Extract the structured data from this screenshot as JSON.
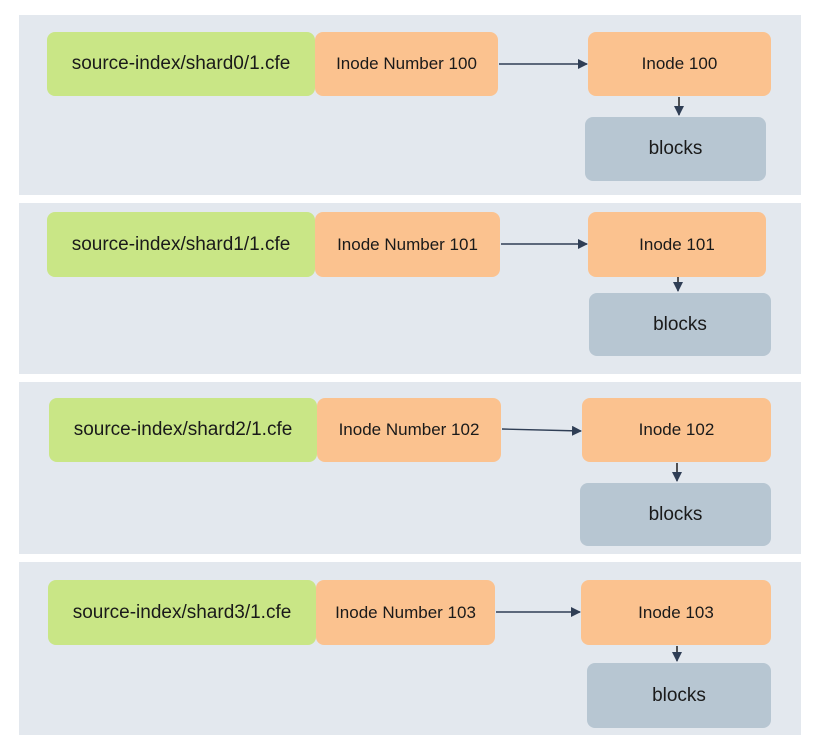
{
  "rows": [
    {
      "file": "source-index/shard0/1.cfe",
      "inode_number": "Inode Number  100",
      "inode": "Inode 100",
      "blocks": "blocks"
    },
    {
      "file": "source-index/shard1/1.cfe",
      "inode_number": "Inode Number 101",
      "inode": "Inode 101",
      "blocks": "blocks"
    },
    {
      "file": "source-index/shard2/1.cfe",
      "inode_number": "Inode Number  102",
      "inode": "Inode 102",
      "blocks": "blocks"
    },
    {
      "file": "source-index/shard3/1.cfe",
      "inode_number": "Inode Number 103",
      "inode": "Inode 103",
      "blocks": "blocks"
    }
  ],
  "colors": {
    "panel": "#e3e8ee",
    "file": "#c9e686",
    "inode": "#fbc28f",
    "blocks": "#b7c6d2",
    "arrow": "#2f3e55"
  }
}
